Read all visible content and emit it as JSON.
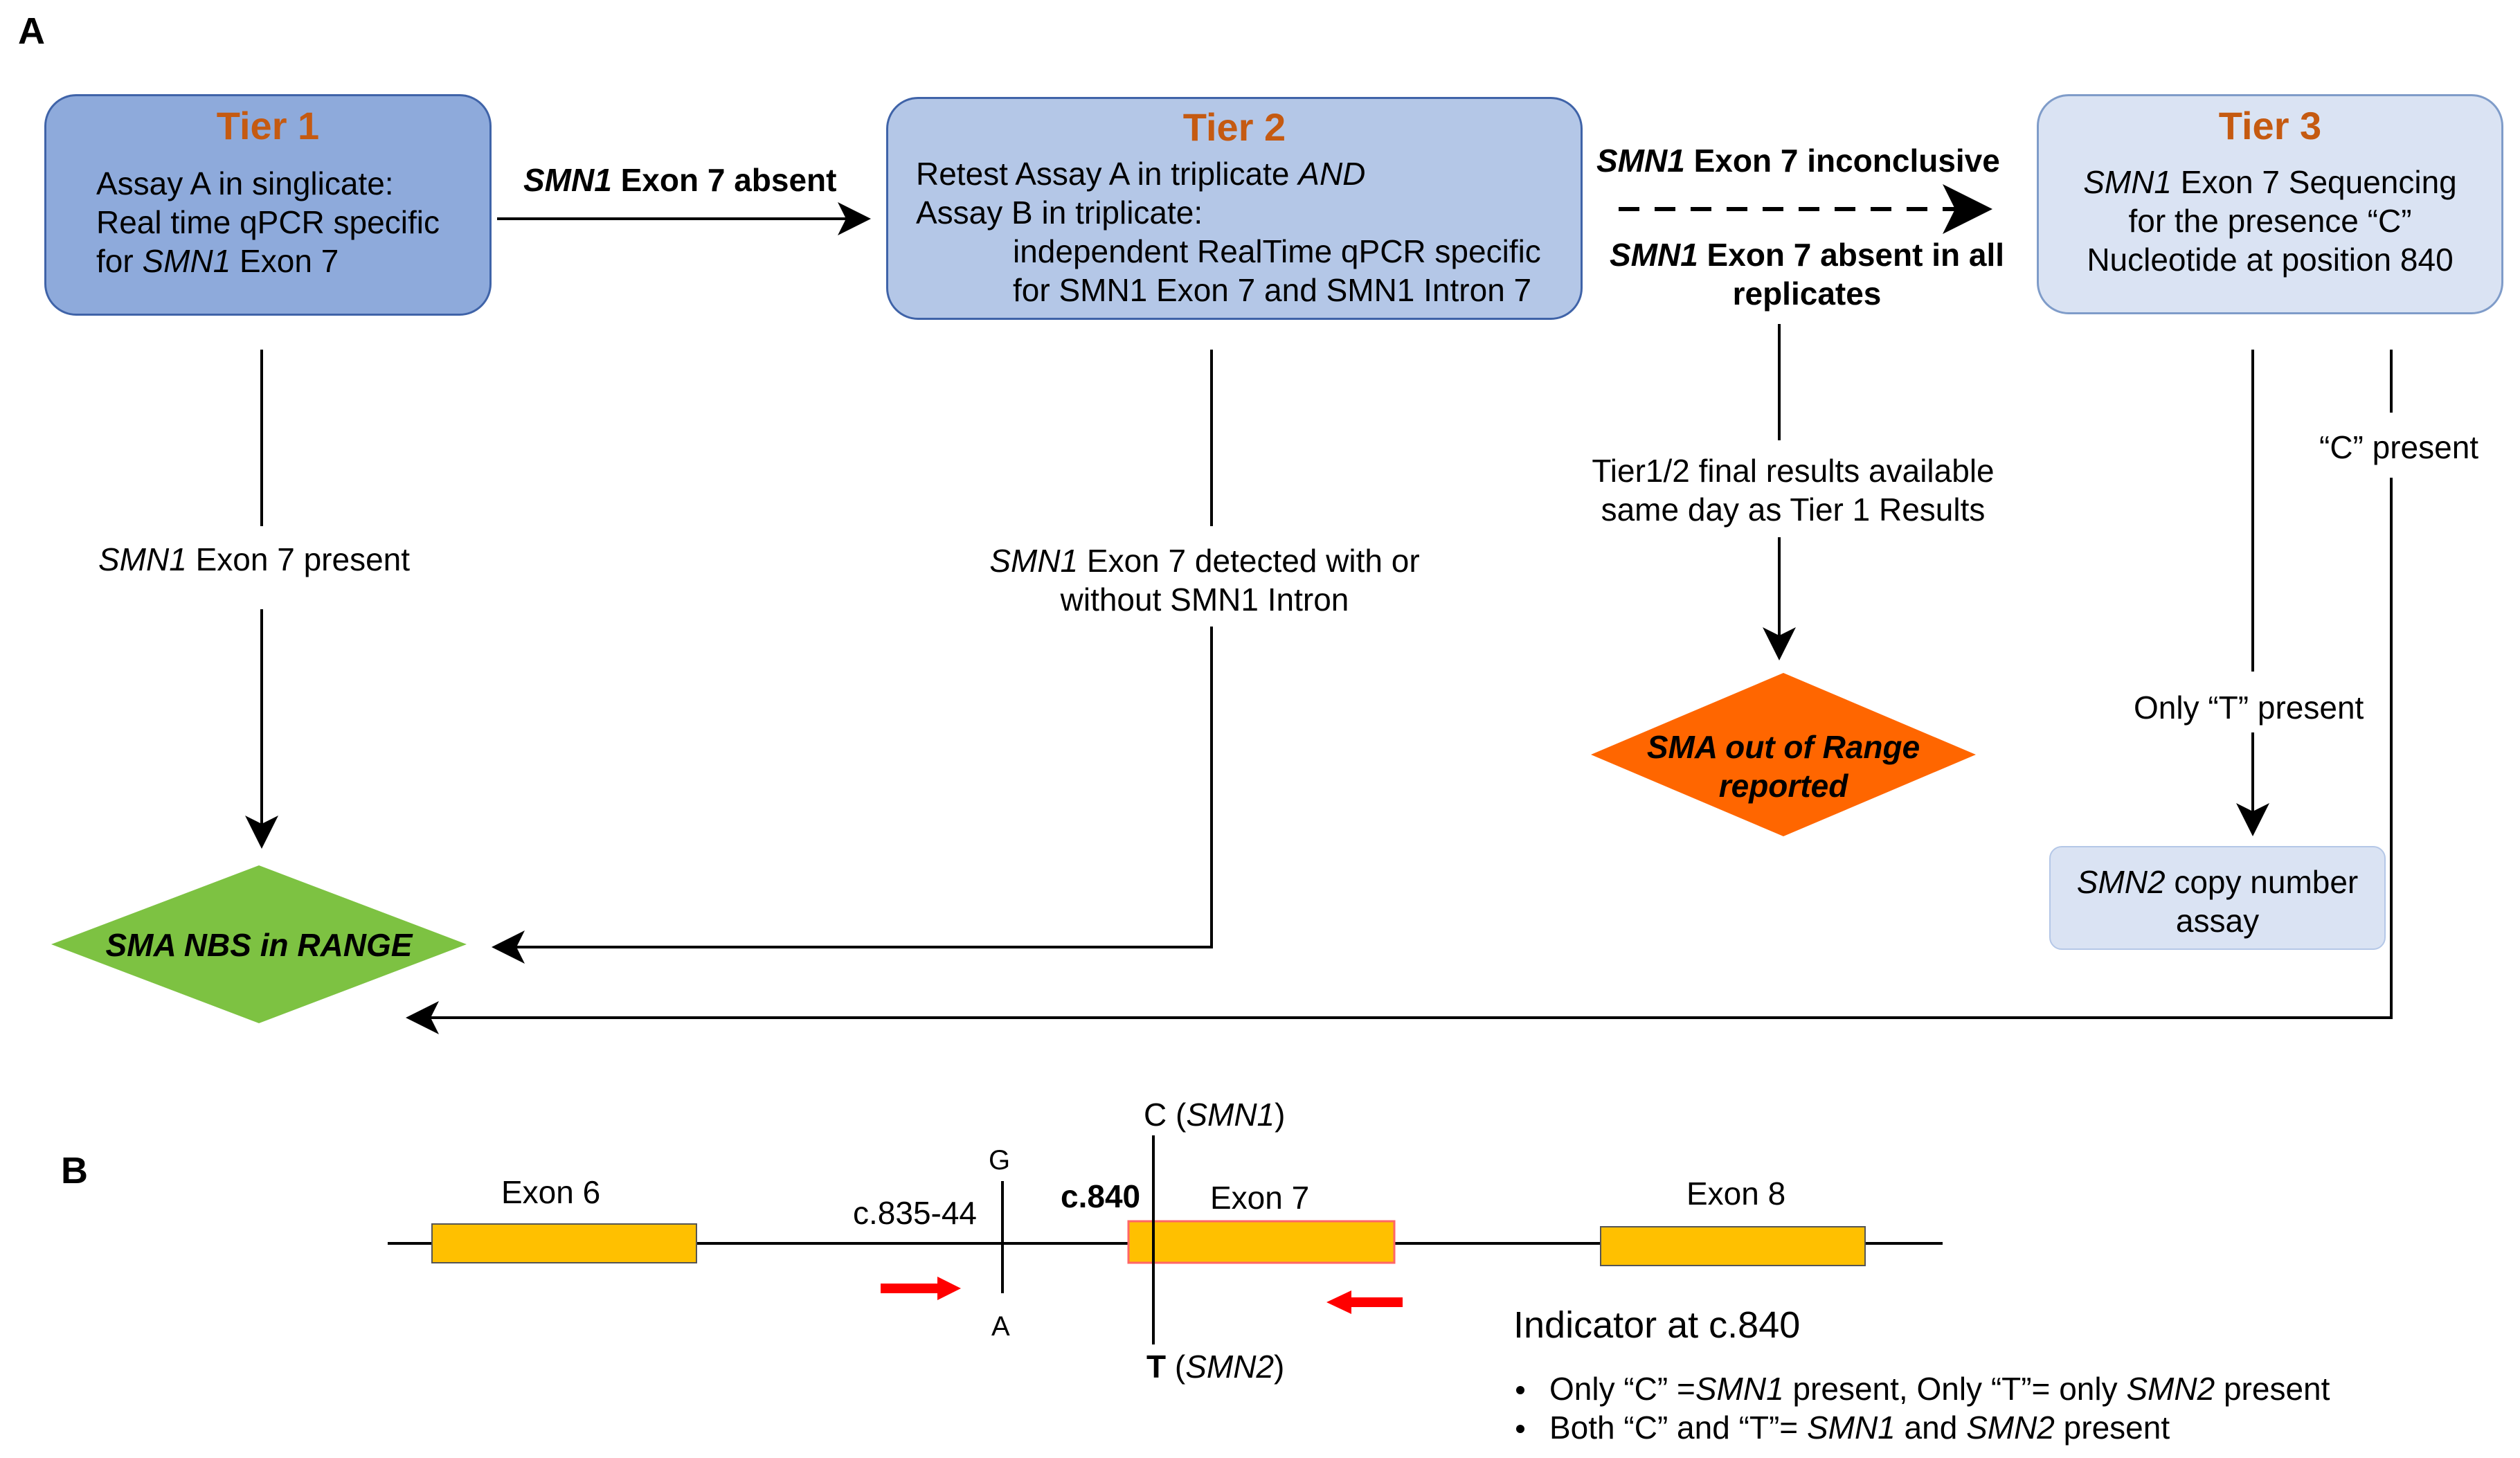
{
  "panels": {
    "a": "A",
    "b": "B"
  },
  "tier1": {
    "title": "Tier 1",
    "line1": "Assay A in singlicate:",
    "line2": "Real time qPCR specific",
    "line3_prefix": "for ",
    "line3_gene": "SMN1",
    "line3_suffix": " Exon 7"
  },
  "tier2": {
    "title": "Tier 2",
    "line1_prefix": "Retest Assay A in triplicate ",
    "line1_and": "AND",
    "line2": "Assay B in triplicate:",
    "line3": "independent RealTime qPCR specific",
    "line4": "for SMN1 Exon 7 and SMN1 Intron 7"
  },
  "tier3": {
    "title": "Tier 3",
    "line1_gene": "SMN1",
    "line1_suffix": " Exon 7 Sequencing",
    "line2": "for the presence “C”",
    "line3": "Nucleotide at position 840"
  },
  "arrows": {
    "t1_t2_gene": "SMN1",
    "t1_t2_suffix": " Exon 7 absent",
    "inconclusive_gene": "SMN1",
    "inconclusive_suffix": " Exon 7 inconclusive",
    "absent_all_gene": "SMN1",
    "absent_all_suffix": " Exon 7 absent in all",
    "absent_all_line2": "replicates",
    "t1_present_gene": "SMN1",
    "t1_present_suffix": " Exon 7 present",
    "t2_detected_gene": "SMN1",
    "t2_detected_suffix": " Exon 7 detected with or",
    "t2_detected_line2": "without SMN1 Intron",
    "final_line1": "Tier1/2 final results available",
    "final_line2": "same day as Tier 1 Results",
    "c_present": "“C” present",
    "only_t": "Only “T” present"
  },
  "outcomes": {
    "in_range": "SMA NBS in RANGE",
    "out_range_line1": "SMA out of Range",
    "out_range_line2": "reported",
    "smn2_gene": "SMN2",
    "smn2_suffix": " copy number",
    "smn2_line2": "assay"
  },
  "gene_map": {
    "exon6": "Exon 6",
    "exon7": "Exon 7",
    "exon8": "Exon 8",
    "c835": "c.835-44",
    "c840": "c.840",
    "g": "G",
    "a": "A",
    "c_smn1_prefix": "C (",
    "c_smn1_gene": "SMN1",
    "c_smn1_suffix": ")",
    "t_smn2_prefix": "T",
    "t_smn2_open": " (",
    "t_smn2_gene": "SMN2",
    "t_smn2_suffix": ")",
    "indicator_title": "Indicator  at c.840",
    "bullet1_a": "Only  “C” =",
    "bullet1_gene1": "SMN1",
    "bullet1_b": " present,   Only  “T”= only  ",
    "bullet1_gene2": "SMN2",
    "bullet1_c": " present",
    "bullet2_a": "Both “C” and “T”= ",
    "bullet2_gene1": "SMN1",
    "bullet2_b": " and  ",
    "bullet2_gene2": "SMN2",
    "bullet2_c": " present"
  },
  "colors": {
    "tier_title": "#c55a11",
    "tier1_fill": "#8eaadb",
    "tier2_fill": "#b4c7e7",
    "tier3_fill": "#dae3f3",
    "in_range": "#7dc242",
    "out_range": "#ff6600",
    "exon_fill": "#ffc000",
    "arrow_red": "#ff0000"
  }
}
